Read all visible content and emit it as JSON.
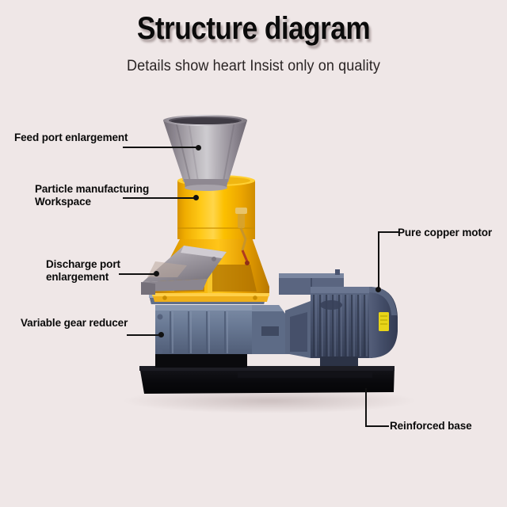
{
  "header": {
    "title": "Structure diagram",
    "subtitle": "Details show heart Insist only on quality"
  },
  "background_color": "#efe7e7",
  "callouts": [
    {
      "id": "feed-port",
      "label": "Feed port enlargement"
    },
    {
      "id": "workspace",
      "label": "Particle manufacturing\nWorkspace"
    },
    {
      "id": "discharge-port",
      "label": "Discharge port\nenlargement"
    },
    {
      "id": "gear-reducer",
      "label": "Variable gear reducer"
    },
    {
      "id": "copper-motor",
      "label": "Pure copper motor"
    },
    {
      "id": "reinforced-base",
      "label": "Reinforced base"
    }
  ],
  "machine": {
    "name": "flat-die pellet mill",
    "parts": [
      {
        "name": "feed-hopper",
        "color": "#9a9299"
      },
      {
        "name": "grinding-chamber",
        "color": "#f5b200"
      },
      {
        "name": "discharge-chute",
        "color": "#9b969c"
      },
      {
        "name": "gear-reducer",
        "color": "#6b7b96"
      },
      {
        "name": "electric-motor",
        "color": "#4a5570"
      },
      {
        "name": "motor-nameplate",
        "color": "#e8d419"
      },
      {
        "name": "base-frame",
        "color": "#08080a"
      }
    ]
  }
}
